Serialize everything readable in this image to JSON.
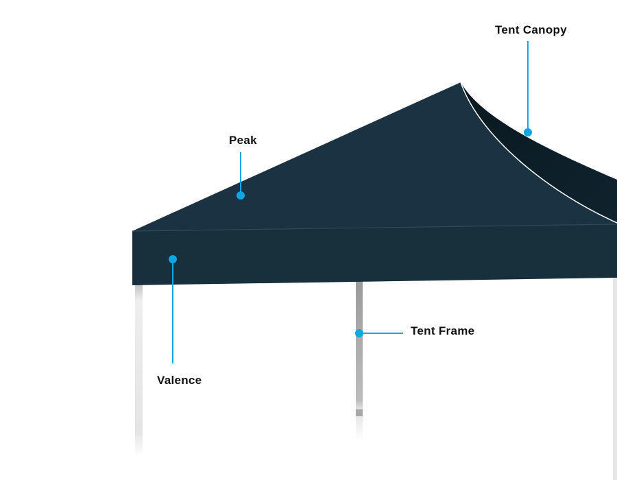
{
  "colors": {
    "canopy": "#1a3140",
    "canopy_dark": "#0c1b24",
    "callout": "#10a6e4",
    "frame": "#d8d8d8"
  },
  "labels": {
    "tent_canopy": "Tent Canopy",
    "peak": "Peak",
    "valence": "Valence",
    "tent_frame": "Tent Frame"
  }
}
